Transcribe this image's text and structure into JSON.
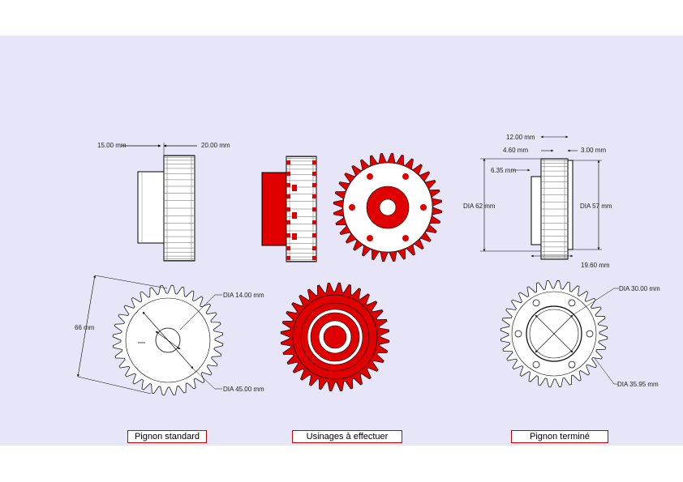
{
  "dimensions": {
    "standard_side_left": "15.00 mm",
    "standard_side_right": "20.00 mm",
    "standard_bore": "DIA 14.00 mm",
    "standard_root": "DIA 45.00 mm",
    "standard_outer": "66 mm",
    "finished_width": "12.00 mm",
    "finished_offset": "4.60 mm",
    "finished_hub_right": "3.00 mm",
    "finished_step": "6.35 mm",
    "finished_dia_left": "DIA 62 mm",
    "finished_dia_right": "DIA 57 mm",
    "finished_total": "19.60 mm",
    "finished_bore": "DIA 30.00 mm",
    "finished_holes": "DIA 35.95 mm"
  },
  "captions": {
    "standard": "Pignon standard",
    "machining": "Usinages à effectuer",
    "finished": "Pignon terminé"
  },
  "colors": {
    "sheet": "#e6e6f8",
    "machining": "#e00000",
    "caption_border": "#d00000"
  }
}
